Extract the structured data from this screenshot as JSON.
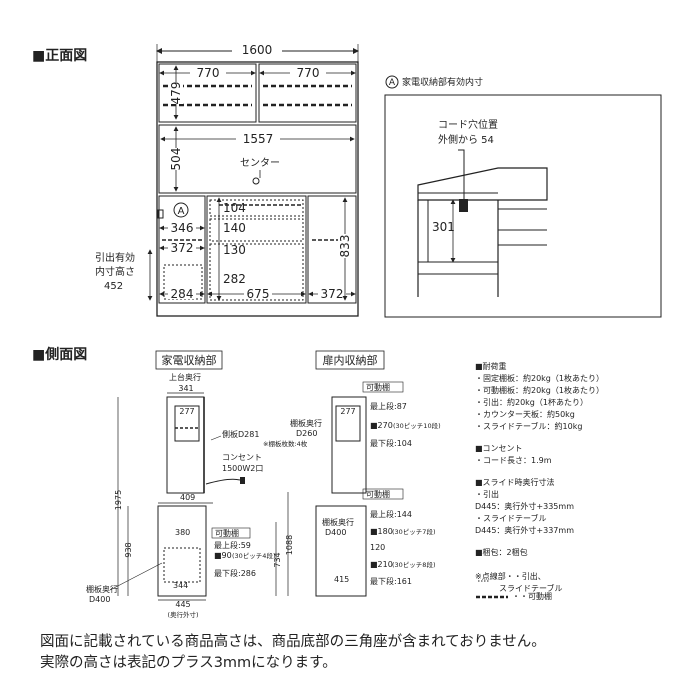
{
  "front": {
    "title": "■正面図",
    "width_total": "1600",
    "upper_left_width": "770",
    "upper_right_width": "770",
    "upper_height": "479",
    "middle_width": "1557",
    "middle_height": "504",
    "center_label": "センター",
    "marker_a": "A",
    "lower_w1": "346",
    "lower_w2": "372",
    "lower_h1": "104",
    "lower_h2": "140",
    "lower_h3": "130",
    "lower_h4": "282",
    "lower_w3": "284",
    "lower_w4": "675",
    "lower_w5": "372",
    "lower_height": "833",
    "drawer_label_1": "引出有効",
    "drawer_label_2": "内寸高さ",
    "drawer_label_3": "452"
  },
  "detail": {
    "title": "家電収納部有効内寸",
    "marker": "A",
    "cord_label_1": "コード穴位置",
    "cord_label_2": "外側から 54",
    "height": "301"
  },
  "side": {
    "title": "■側面図",
    "left_label": "家電収納部",
    "right_label": "扉内収納部",
    "upper_depth_label": "上台奥行",
    "upper_depth": "341",
    "inner_277_a": "277",
    "side_board": "側板D281",
    "outlet_1": "コンセント",
    "outlet_2": "1500W2口",
    "total_height": "1975",
    "depth_409": "409",
    "depth_380": "380",
    "movable_shelf": "可動棚",
    "top_step_59": "最上段:59",
    "pitch_90": "■90",
    "pitch_90_note": "(30ピッチ4段)",
    "bottom_step_286": "最下段:286",
    "shelf_depth_l1": "棚板奥行",
    "shelf_depth_l2": "D400",
    "dim_344": "344",
    "dim_938": "938",
    "dim_734": "734",
    "dim_1088": "1088",
    "depth_445": "445",
    "depth_445_note": "(奥行外寸)",
    "r_movable": "可動棚",
    "r_top_87": "最上段:87",
    "r_277": "277",
    "r_pitch_270": "■270",
    "r_pitch_270_note": "(30ピッチ10段)",
    "r_shelf_depth_1": "棚板奥行",
    "r_shelf_depth_2": "D260",
    "r_shelf_count": "※棚板枚数:4枚",
    "r_bottom_104": "最下段:104",
    "r_movable_2": "可動棚",
    "r_top_144": "最上段:144",
    "r_pitch_180": "■180",
    "r_pitch_180_note": "(30ピッチ7段)",
    "r_120": "120",
    "r_pitch_210": "■210",
    "r_pitch_210_note": "(30ピッチ8段)",
    "r_shelf_depth_3": "棚板奥行",
    "r_shelf_depth_4": "D400",
    "r_415": "415",
    "r_bottom_161": "最下段:161"
  },
  "specs": {
    "load_title": "■耐荷重",
    "load_items": [
      "・固定棚板：約20kg（1枚あたり）",
      "・可動棚板：約20kg（1枚あたり）",
      "・引出：約20kg（1杯あたり）",
      "・カウンター天板：約50kg",
      "・スライドテーブル：約10kg"
    ],
    "outlet_title": "■コンセント",
    "outlet_item": "・コード長さ：1.9m",
    "slide_title": "■スライド時奥行寸法",
    "slide_items": [
      "・引出",
      "D445：奥行外寸+335mm",
      "・スライドテーブル",
      "D445：奥行外寸+337mm"
    ],
    "pack_title": "■梱包：2梱包",
    "legend_1a": "※点線部・・引出、",
    "legend_1b": "スライドテーブル",
    "legend_2": "・・可動棚"
  },
  "footer": {
    "line1": "図面に記載されている商品高さは、商品底部の三角座が含まれておりません。",
    "line2": "実際の高さは表記のプラス3mmになります。"
  }
}
